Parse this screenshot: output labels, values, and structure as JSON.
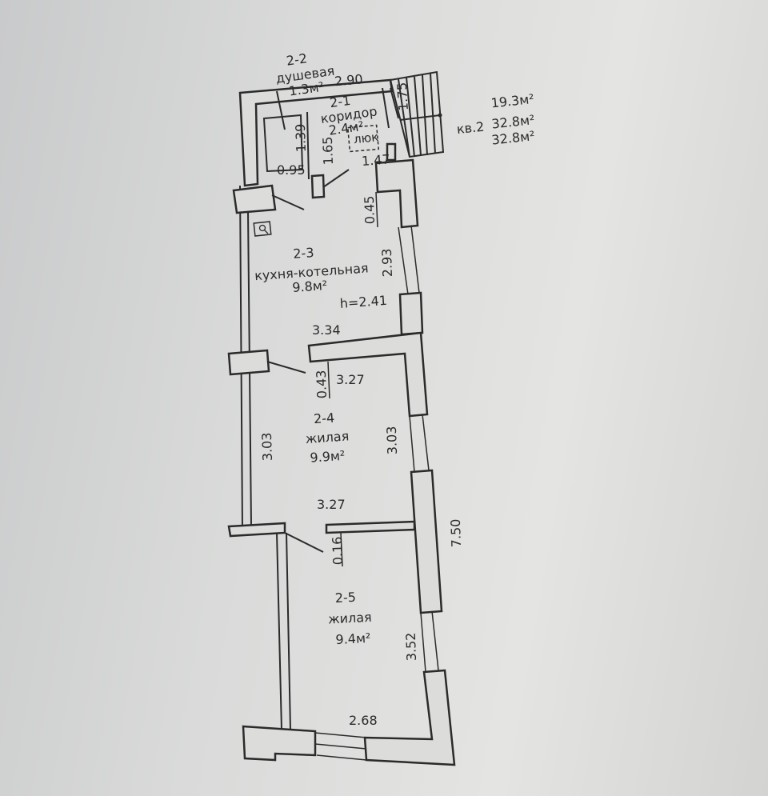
{
  "rooms": [
    {
      "id": "2-1",
      "name": "коридор",
      "area": "2.4м²"
    },
    {
      "id": "2-2",
      "name": "душевая",
      "area": "1.3м²"
    },
    {
      "id": "2-3",
      "name": "кухня-котельная",
      "area": "9.8м²",
      "height": "h=2.41"
    },
    {
      "id": "2-4",
      "name": "жилая",
      "area": "9.9м²"
    },
    {
      "id": "2-5",
      "name": "жилая",
      "area": "9.4м²"
    }
  ],
  "hatch_label": "люк",
  "dimensions": {
    "top_width": "2.90",
    "stair_height": "1.75",
    "shower_height": "1.39",
    "shower_width": "0.95",
    "corridor_height": "1.65",
    "corridor_width": "1.47",
    "wall_offset": "0.45",
    "kitchen_height": "2.93",
    "kitchen_width": "3.34",
    "partition_1": "0.43",
    "room4_top_width": "3.27",
    "room4_left_height": "3.03",
    "room4_right_height": "3.03",
    "room4_bottom_width": "3.27",
    "partition_2": "0.16",
    "total_length": "7.50",
    "room5_height": "3.52",
    "room5_width": "2.68"
  },
  "apartment": {
    "label": "кв.2",
    "living_area": "19.3м²",
    "total_area": "32.8м²",
    "total_area_2": "32.8м²"
  }
}
